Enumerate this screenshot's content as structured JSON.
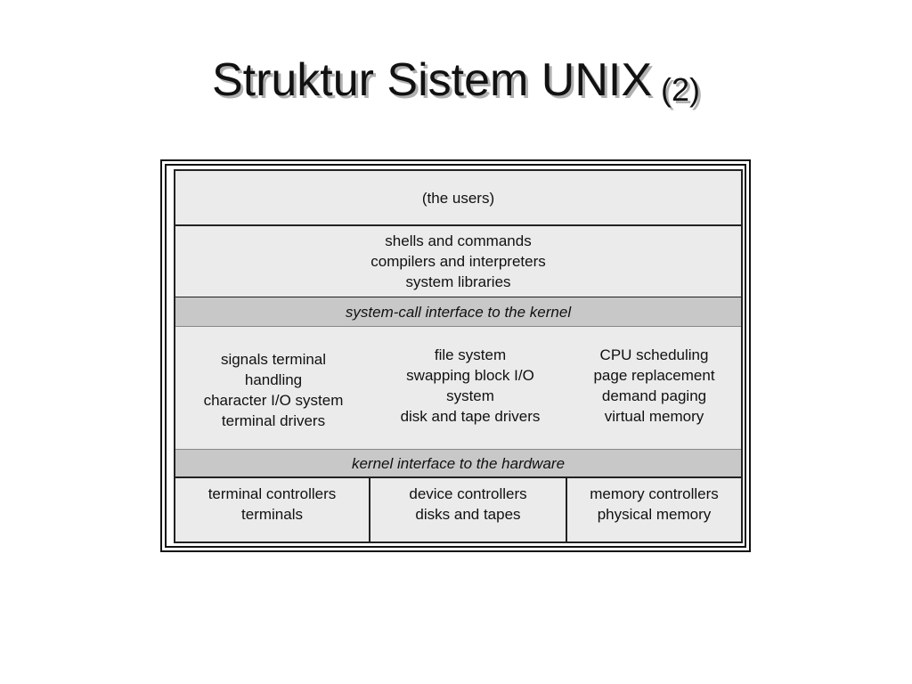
{
  "title": {
    "main": "Struktur Sistem UNIX",
    "sub": "(2)"
  },
  "diagram": {
    "users": "(the users)",
    "shells": [
      "shells and commands",
      "compilers and interpreters",
      "system libraries"
    ],
    "syscall_interface": "system-call interface to the kernel",
    "kernel_columns": [
      [
        "signals terminal",
        "handling",
        "character I/O system",
        "terminal drivers"
      ],
      [
        "file system",
        "swapping block I/O",
        "system",
        "disk and tape drivers"
      ],
      [
        "CPU scheduling",
        "page replacement",
        "demand paging",
        "virtual memory"
      ]
    ],
    "hardware_interface": "kernel interface to the hardware",
    "hardware_columns": [
      [
        "terminal controllers",
        "terminals"
      ],
      [
        "device controllers",
        "disks and tapes"
      ],
      [
        "memory controllers",
        "physical memory"
      ]
    ]
  }
}
